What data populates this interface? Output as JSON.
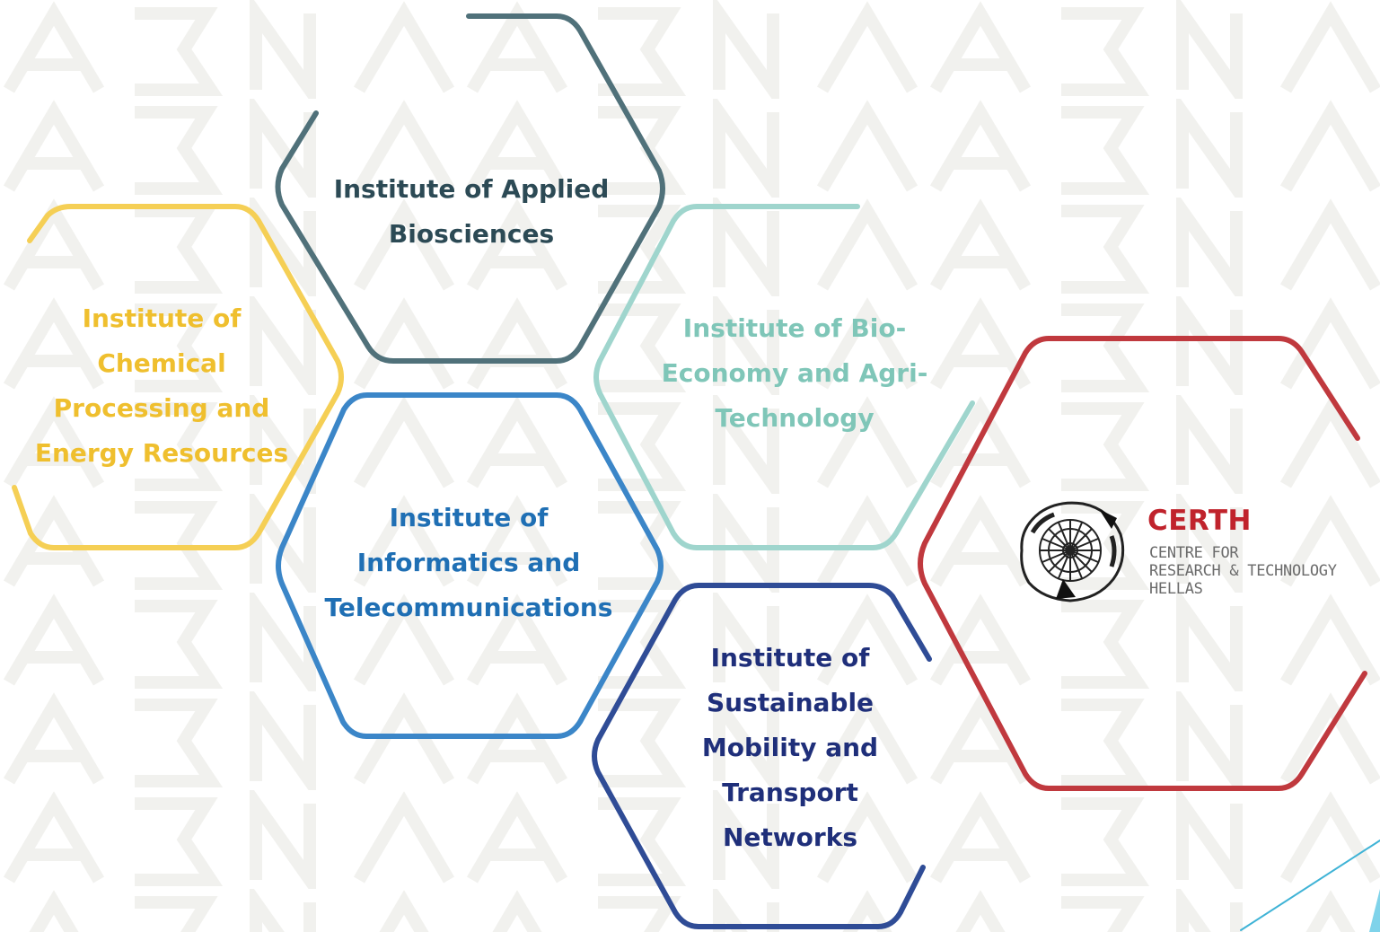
{
  "colors": {
    "chemical": "#f5cf55",
    "biosciences": "#50717a",
    "bioeconomy": "#9fd5cd",
    "informatics": "#3b86c8",
    "mobility": "#2f4c96",
    "certh": "#c0393e",
    "chemical_text": "#efbf2e",
    "biosciences_text": "#2c4a55",
    "bioeconomy_text": "#7fc6b8",
    "informatics_text": "#1f6fb4",
    "mobility_text": "#1f2f7a",
    "accent_line": "#3fb3d6"
  },
  "institutes": {
    "biosciences": {
      "lines": [
        "Institute of Applied",
        "Biosciences"
      ]
    },
    "chemical": {
      "lines": [
        "Institute of",
        "Chemical",
        "Processing and",
        "Energy Resources"
      ]
    },
    "bioeconomy": {
      "lines": [
        "Institute of Bio-",
        "Economy and Agri-",
        "Technology"
      ]
    },
    "informatics": {
      "lines": [
        "Institute of",
        "Informatics and",
        "Telecommunications"
      ]
    },
    "mobility": {
      "lines": [
        "Institute of",
        "Sustainable",
        "Mobility and",
        "Transport",
        "Networks"
      ]
    }
  },
  "certh": {
    "name": "CERTH",
    "tagline_1": "CENTRE FOR",
    "tagline_2": "RESEARCH & TECHNOLOGY",
    "tagline_3": "HELLAS"
  }
}
